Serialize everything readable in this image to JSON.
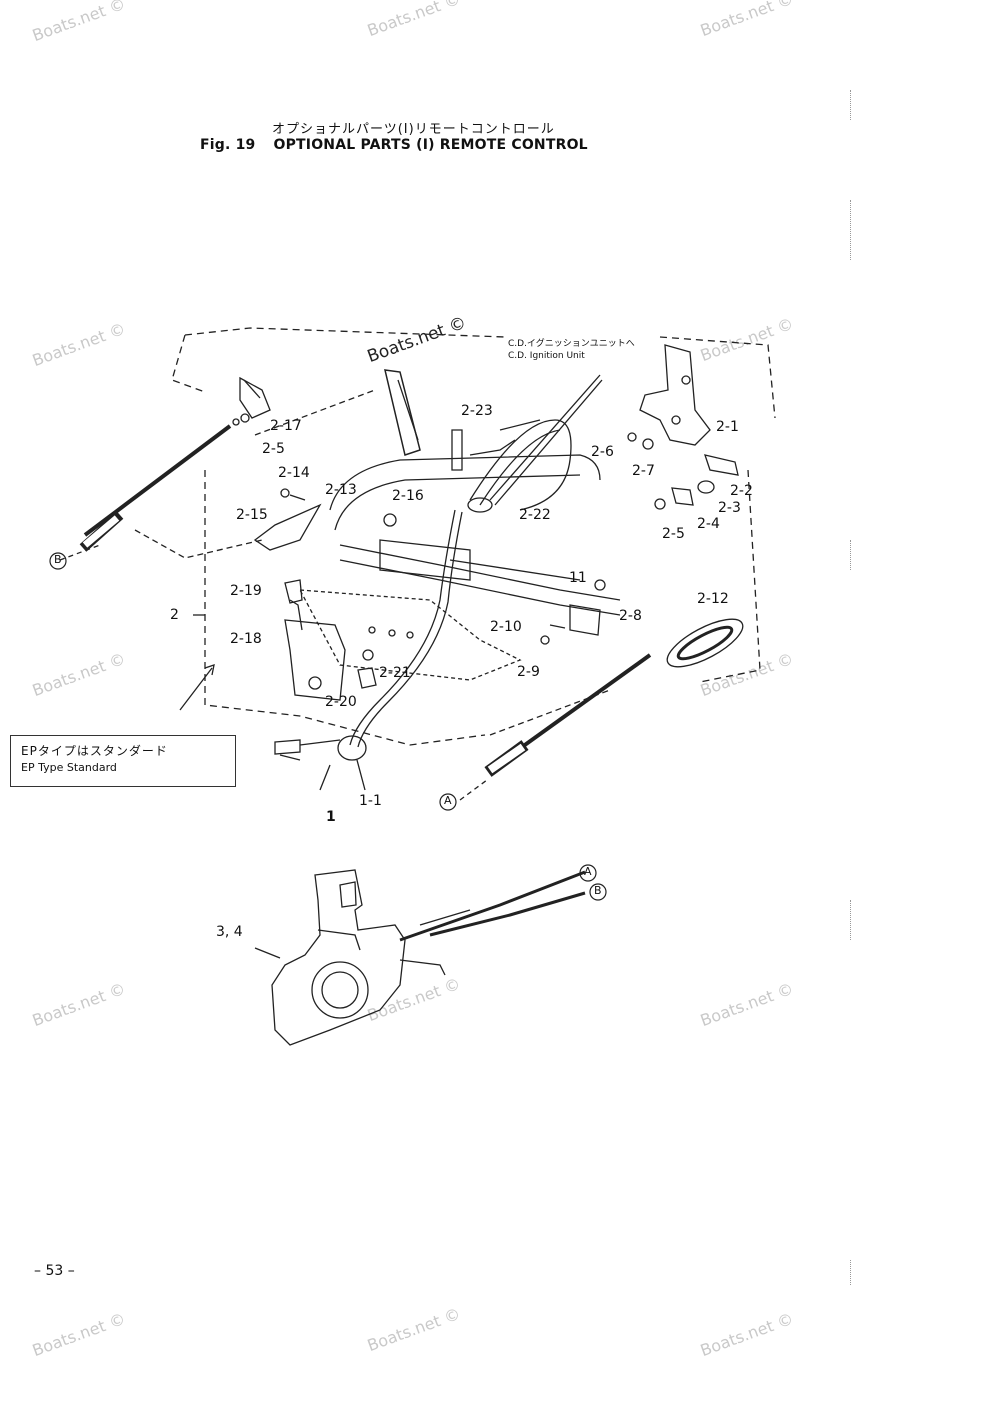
{
  "header": {
    "title_jp": "オプショナルパーツ(I)リモートコントロール",
    "fig_label": "Fig. 19",
    "title_en": "OPTIONAL PARTS (I) REMOTE CONTROL"
  },
  "watermark": "Boats.net ©",
  "ignition": {
    "jp": "C.D.イグニッションユニットへ",
    "en": "C.D. Ignition Unit"
  },
  "note": {
    "jp": "EPタイプはスタンダード",
    "en": "EP Type Standard"
  },
  "callouts": {
    "c2_17": "2-17",
    "c2_5a": "2-5",
    "c2_14": "2-14",
    "c2_15": "2-15",
    "c2_13": "2-13",
    "c2_16": "2-16",
    "c2_23": "2-23",
    "c2_22": "2-22",
    "c2_1": "2-1",
    "c2_6": "2-6",
    "c2_7": "2-7",
    "c2_2": "2-2",
    "c2_3": "2-3",
    "c2_4": "2-4",
    "c2_5b": "2-5",
    "c2_19": "2-19",
    "c2": "2",
    "c2_18": "2-18",
    "c2_21": "2-21",
    "c2_20": "2-20",
    "c2_10": "2-10",
    "c2_9": "2-9",
    "c2_8": "2-8",
    "c2_12": "2-12",
    "c11": "11",
    "c1_1": "1-1",
    "c1": "1",
    "c3_4": "3, 4",
    "markerB": "B",
    "markerA": "A",
    "markerA2": "A",
    "markerB2": "B"
  },
  "page_number": "– 53 –"
}
